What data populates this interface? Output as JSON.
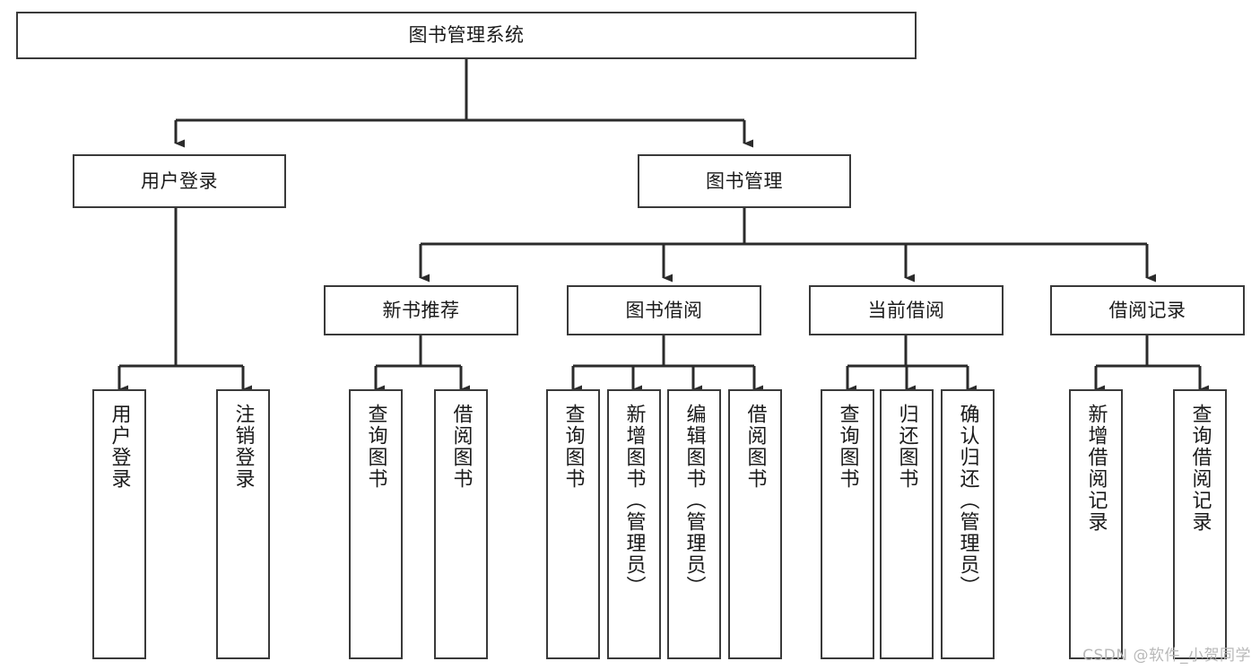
{
  "diagram": {
    "title": "图书管理系统",
    "type": "tree-hierarchy-diagram",
    "colors": {
      "box_border": "#3a3a3a",
      "box_fill": "#ffffff",
      "line": "#2b2b2b",
      "text": "#1a1a1a",
      "watermark": "#b8b8b8"
    },
    "nodes": {
      "root": {
        "label": "图书管理系统"
      },
      "level2": [
        {
          "label": "用户登录"
        },
        {
          "label": "图书管理"
        }
      ],
      "level3": [
        {
          "label": "新书推荐"
        },
        {
          "label": "图书借阅"
        },
        {
          "label": "当前借阅"
        },
        {
          "label": "借阅记录"
        }
      ],
      "leaves": {
        "user_login": [
          {
            "label": "用户登录"
          },
          {
            "label": "注销登录"
          }
        ],
        "new_book_recommend": [
          {
            "label": "查询图书"
          },
          {
            "label": "借阅图书"
          }
        ],
        "book_borrow": [
          {
            "label": "查询图书"
          },
          {
            "label": "新增图书（管理员）"
          },
          {
            "label": "编辑图书（管理员）"
          },
          {
            "label": "借阅图书"
          }
        ],
        "current_borrow": [
          {
            "label": "查询图书"
          },
          {
            "label": "归还图书"
          },
          {
            "label": "确认归还（管理员）"
          }
        ],
        "borrow_record": [
          {
            "label": "新增借阅记录"
          },
          {
            "label": "查询借阅记录"
          }
        ]
      }
    },
    "watermark": "CSDN @软件_小贺同学"
  }
}
